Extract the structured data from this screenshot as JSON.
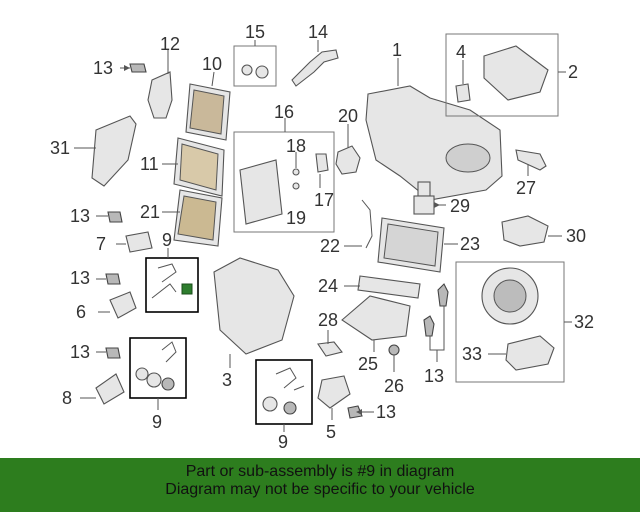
{
  "diagram": {
    "callouts": {
      "c1": "1",
      "c2": "2",
      "c3": "3",
      "c4": "4",
      "c5": "5",
      "c6": "6",
      "c7": "7",
      "c8": "8",
      "c9a": "9",
      "c9b": "9",
      "c9c": "9",
      "c10": "10",
      "c11": "11",
      "c12": "12",
      "c13a": "13",
      "c13b": "13",
      "c13c": "13",
      "c13d": "13",
      "c13e": "13",
      "c13f": "13",
      "c14": "14",
      "c15": "15",
      "c16": "16",
      "c17": "17",
      "c18": "18",
      "c19": "19",
      "c20": "20",
      "c21": "21",
      "c22": "22",
      "c23": "23",
      "c24": "24",
      "c25": "25",
      "c26": "26",
      "c27": "27",
      "c28": "28",
      "c29": "29",
      "c30": "30",
      "c31": "31",
      "c32": "32",
      "c33": "33"
    },
    "highlight_color": "#2e7d2e"
  },
  "footer": {
    "line1": "Part or sub-assembly is #9 in diagram",
    "line2": "Diagram may not be specific to your vehicle",
    "background": "#2d7d1e"
  }
}
